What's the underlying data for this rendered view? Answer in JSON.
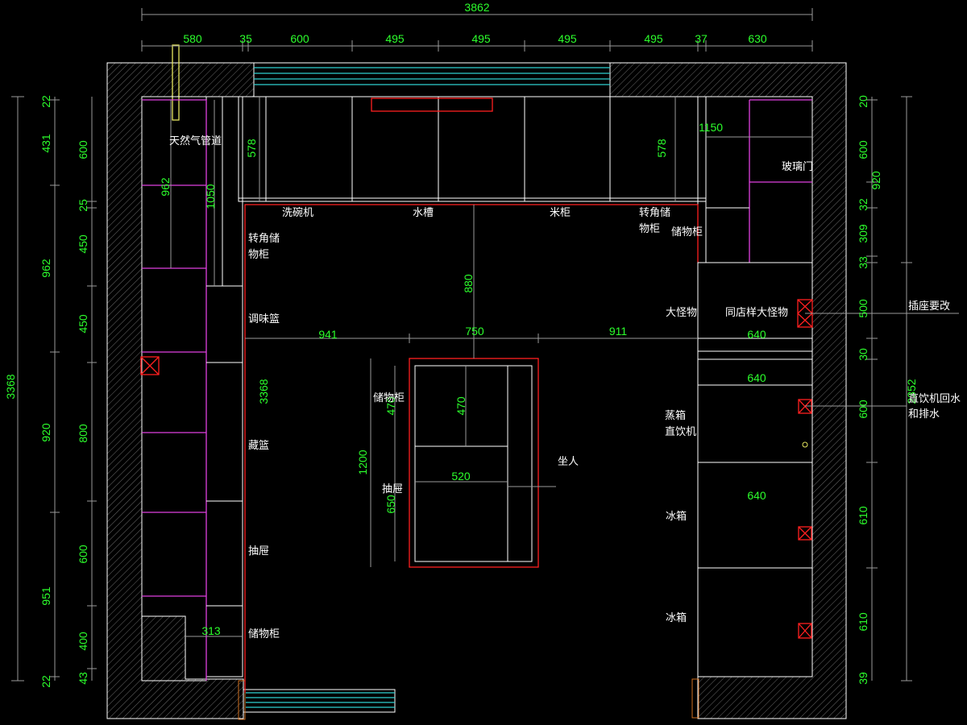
{
  "dimensions": {
    "overall_width": "3862",
    "top_segments": [
      "580",
      "35",
      "600",
      "495",
      "495",
      "495",
      "495",
      "37",
      "630"
    ],
    "left_outer": [
      "22",
      "431",
      "962",
      "920",
      "951",
      "22"
    ],
    "left_total": "3368",
    "left_inner": [
      "600",
      "25",
      "450",
      "450",
      "800",
      "600",
      "400",
      "43"
    ],
    "right_inner": [
      "20",
      "600",
      "32",
      "309",
      "33",
      "500",
      "30",
      "600",
      "610",
      "610",
      "39"
    ],
    "right_outer_top": "920",
    "right_outer_mid": "2352",
    "left_run": [
      "962",
      "1050"
    ],
    "cabinet_depth": [
      "578",
      "578"
    ],
    "right_upper_width": "1150",
    "island_gap": "880",
    "island_row": [
      "941",
      "750",
      "911"
    ],
    "right_cabinet_widths": [
      "640",
      "640",
      "640"
    ],
    "island_inner_total": "3368",
    "island_depth_a": "470",
    "island_depth_b": "470",
    "island_height": "1200",
    "island_drawer": "650",
    "island_width": "520",
    "left_bottom": "313"
  },
  "labels": {
    "gas_pipe": "天然气管道",
    "dishwasher": "洗碗机",
    "sink": "水槽",
    "rice_cabinet": "米柜",
    "corner_storage_top": "转角储",
    "corner_storage_bottom": "物柜",
    "storage_cabinet_a": "储物柜",
    "corner_storage_left_1": "转角储",
    "corner_storage_left_2": "物柜",
    "glass_door": "玻璃门",
    "seasoning_basket": "调味篮",
    "large_items": "大怪物",
    "same_large_items": "同店样大怪物",
    "socket_change": "插座要改",
    "island_storage": "储物柜",
    "island_drawer": "抽屉",
    "seat": "坐人",
    "steam_oven": "蒸箱",
    "water_dispenser": "直饮机",
    "dispenser_water": "直饮机回水",
    "and_drain": "和排水",
    "basket": "藏篮",
    "drawer": "抽屉",
    "storage_cabinet_b": "储物柜",
    "fridge_a": "冰箱",
    "fridge_b": "冰箱"
  },
  "colors": {
    "background": "#000000",
    "dimension_text": "#2cff2c",
    "label_text": "#ffffff",
    "counter_edge": "#ff2020",
    "tall_cabinet": "#e040e0",
    "window": "#2fd0d0",
    "gas_pipe": "#e8e860"
  }
}
